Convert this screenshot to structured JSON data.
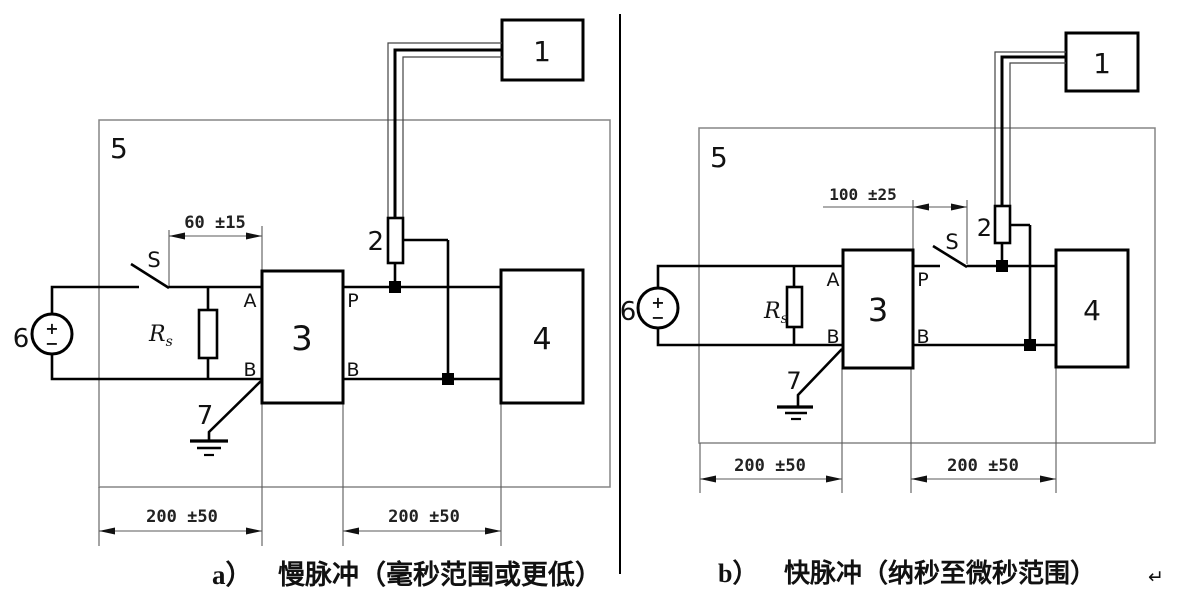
{
  "figure_a": {
    "name_prefix": "a）",
    "caption": "慢脉冲（毫秒范围或更低）",
    "boxes": {
      "generator": "1",
      "coupler": "3",
      "eut": "4",
      "plane": "5"
    },
    "probe_label": "2",
    "source_label": "6",
    "ground_label": "7",
    "switch_label": "S",
    "resistor": {
      "symbol": "R",
      "subscript": "s"
    },
    "terminals": {
      "in_top": "A",
      "in_bottom": "B",
      "out_top": "P",
      "out_bottom": "B"
    },
    "dimensions": {
      "switch_to_coupler": "60 ±15",
      "bottom_left": "200 ±50",
      "bottom_right": "200 ±50"
    },
    "source_polarity": {
      "plus": "+",
      "minus": "−"
    }
  },
  "figure_b": {
    "name_prefix": "b）",
    "caption": "快脉冲（纳秒至微秒范围）",
    "boxes": {
      "generator": "1",
      "coupler": "3",
      "eut": "4",
      "plane": "5"
    },
    "probe_label": "2",
    "source_label": "6",
    "ground_label": "7",
    "switch_label": "S",
    "resistor": {
      "symbol": "R",
      "subscript": "s"
    },
    "terminals": {
      "in_top": "A",
      "in_bottom": "B",
      "out_top": "P",
      "out_bottom": "B"
    },
    "dimensions": {
      "coupler_to_switch": "100 ±25",
      "bottom_left": "200 ±50",
      "bottom_right": "200 ±50"
    },
    "source_polarity": {
      "plus": "+",
      "minus": "−"
    }
  },
  "trailing_return_mark": "↵",
  "colors": {
    "line": "#000000",
    "frame": "#858585",
    "dim_line": "#5a5a5a"
  }
}
